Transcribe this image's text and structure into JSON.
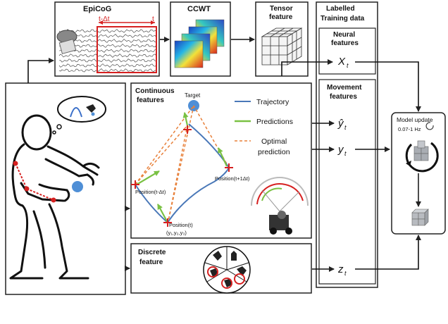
{
  "panels": {
    "epicog": "EpiCoG",
    "ccwt": "CCWT",
    "tensor": [
      "Tensor",
      "feature"
    ],
    "labelled": [
      "Labelled",
      "Training data"
    ],
    "neural": [
      "Neural",
      "features"
    ],
    "movement": [
      "Movement",
      "features"
    ],
    "continuous": [
      "Continuous",
      "features"
    ],
    "discrete": [
      "Discrete",
      "feature"
    ],
    "model_update": "Model update",
    "model_rate": "0.07-1 Hz"
  },
  "epicog_window": {
    "start": "t-Δt",
    "end": "t"
  },
  "continuous_plot": {
    "target": "Target",
    "pos_prev": "Position(t-Δt)",
    "pos_cur": "Position(t)",
    "pos_cur_coords": "(y₁,y₂,y₃)",
    "pos_next": "Position(t+1Δt)",
    "legend": [
      "Trajectory",
      "Predictions",
      "Optimal",
      "prediction"
    ]
  },
  "outputs": {
    "x": "X",
    "yhat": "ŷ",
    "y": "y",
    "z": "z",
    "sub": "t"
  },
  "colors": {
    "trajectory": "#4a78b8",
    "predictions": "#7ac143",
    "optimal": "#e8803a",
    "window": "#d62020",
    "cursor": "#4f8fd6"
  },
  "icons": [
    "brain-icon",
    "ecog-signal-icon",
    "ccwt-heatmap-icon",
    "rubik-tensor-icon",
    "patient-figure-icon",
    "wheelchair-exoskeleton-icon",
    "hand-gesture-wheel-icon",
    "cube-model-icon",
    "refresh-icon"
  ]
}
